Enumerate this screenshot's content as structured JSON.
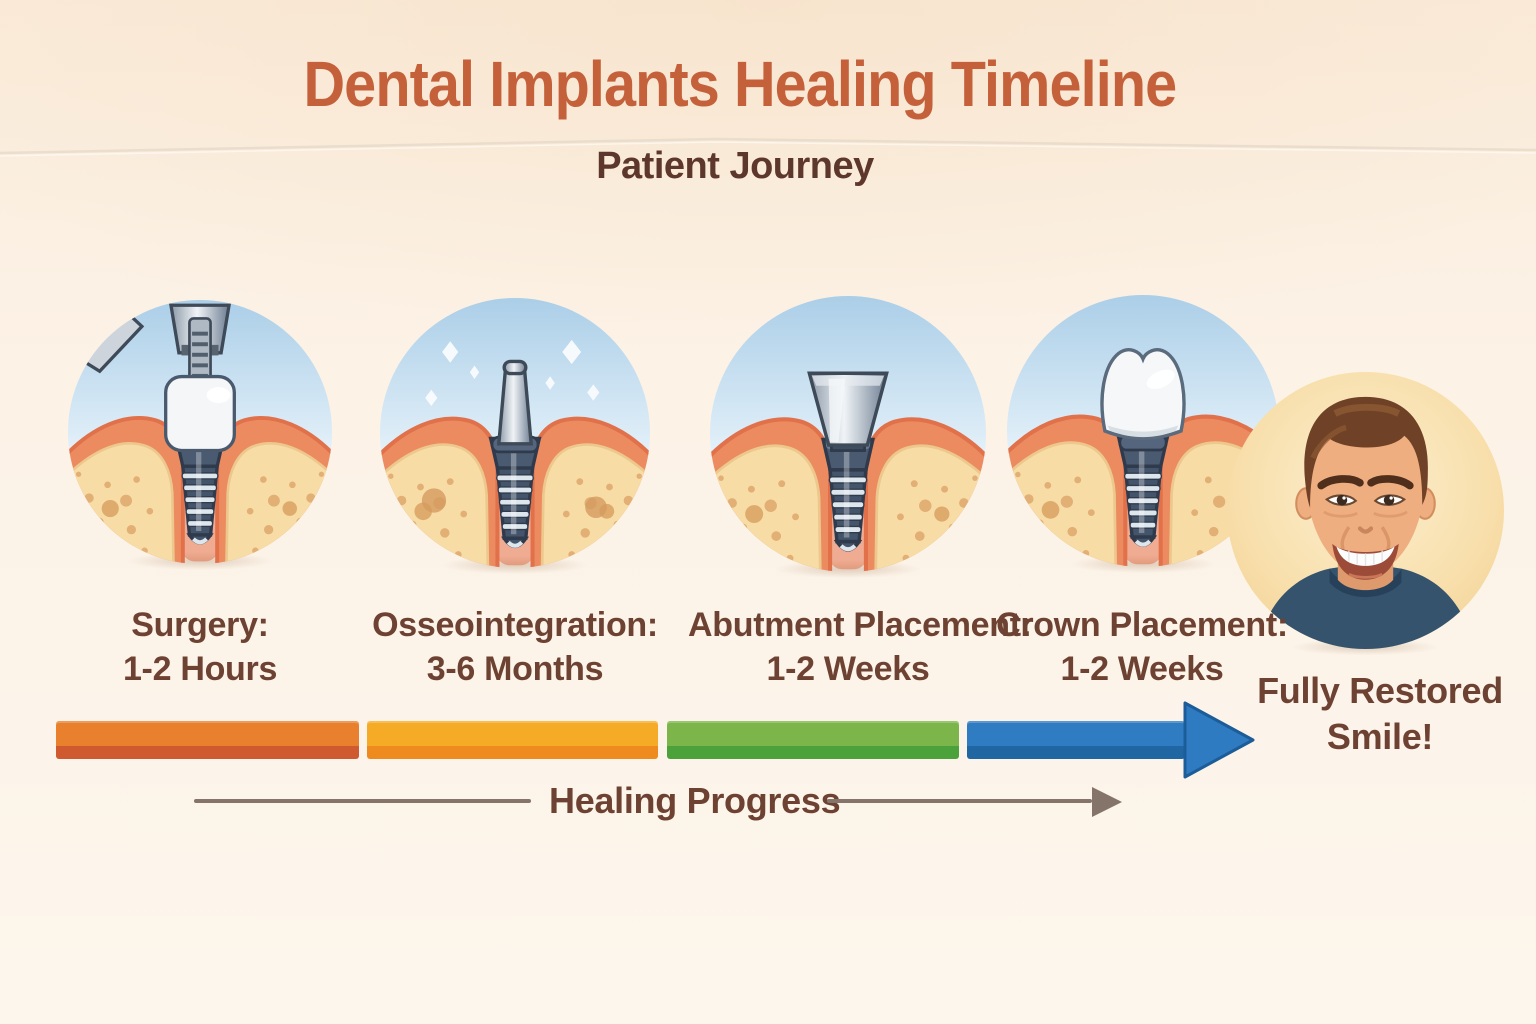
{
  "header": {
    "title": "Dental Implants Healing Timeline",
    "subtitle": "Patient Journey",
    "title_color": "#C5613A",
    "subtitle_color": "#5E372C"
  },
  "stages": [
    {
      "name": "Surgery:",
      "duration": "1-2 Hours",
      "illustration": "implant-surgery-with-drill"
    },
    {
      "name": "Osseointegration:",
      "duration": "3-6 Months",
      "illustration": "implant-integrating-in-bone"
    },
    {
      "name": "Abutment Placement:",
      "duration": "1-2 Weeks",
      "illustration": "implant-with-abutment"
    },
    {
      "name": "Crown Placement:",
      "duration": "1-2 Weeks",
      "illustration": "implant-with-crown"
    }
  ],
  "result": {
    "label": "Fully Restored Smile!",
    "illustration": "smiling-patient-portrait"
  },
  "timeline_bar": {
    "segments": [
      {
        "stage": "surgery",
        "top_color": "#E8802E",
        "bottom_color": "#D05A30"
      },
      {
        "stage": "osseointegration",
        "top_color": "#F6AB26",
        "bottom_color": "#EF8A1E"
      },
      {
        "stage": "abutment-placement",
        "top_color": "#7CB64B",
        "bottom_color": "#4CA23A"
      },
      {
        "stage": "crown-placement",
        "top_color": "#2F7CC3",
        "bottom_color": "#1F66A2"
      }
    ],
    "arrow_color": "#2E7BC2"
  },
  "progress_axis": {
    "label": "Healing Progress",
    "color": "#85746A"
  },
  "label_color": "#6E4233",
  "palette": {
    "background": "#FBF0E2",
    "sky": "#A9CDE7",
    "gum": "#ED8B60",
    "bone": "#F7DCA6",
    "implant_metal": "#44546A",
    "crown_white": "#F5F7F8",
    "skin": "#EFAE7F",
    "hair": "#6F4126",
    "shirt": "#35536D"
  }
}
